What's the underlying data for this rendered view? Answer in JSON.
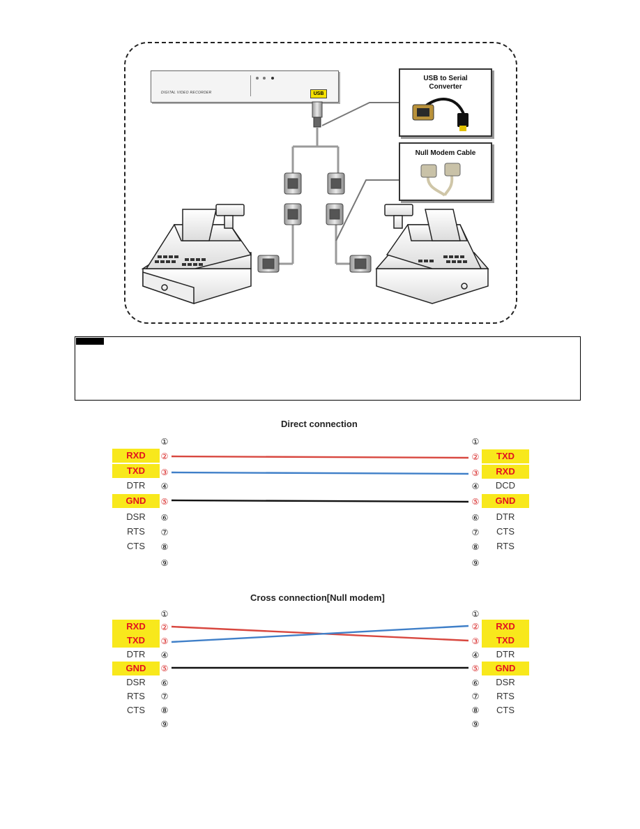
{
  "illustration": {
    "dvr_label": "DIGITAL VIDEO RECORDER",
    "usb_badge": "USB",
    "usb_converter_title_line1": "USB to Serial",
    "usb_converter_title_line2": "Converter",
    "null_modem_title": "Null Modem Cable"
  },
  "direct": {
    "title": "Direct connection",
    "pins": [
      "①",
      "②",
      "③",
      "④",
      "⑤",
      "⑥",
      "⑦",
      "⑧",
      "⑨"
    ],
    "left_signals": [
      "",
      "RXD",
      "TXD",
      "DTR",
      "GND",
      "DSR",
      "RTS",
      "CTS",
      ""
    ],
    "right_signals": [
      "",
      "TXD",
      "RXD",
      "DCD",
      "GND",
      "DTR",
      "CTS",
      "RTS",
      ""
    ]
  },
  "cross": {
    "title": "Cross connection[Null modem]",
    "pins": [
      "①",
      "②",
      "③",
      "④",
      "⑤",
      "⑥",
      "⑦",
      "⑧",
      "⑨"
    ],
    "left_signals": [
      "",
      "RXD",
      "TXD",
      "DTR",
      "GND",
      "DSR",
      "RTS",
      "CTS",
      ""
    ],
    "right_signals": [
      "",
      "RXD",
      "TXD",
      "DTR",
      "GND",
      "DSR",
      "RTS",
      "CTS",
      ""
    ]
  },
  "colors": {
    "highlight": "#f8e81c",
    "signal_red": "#e3111f",
    "wire_red": "#d8473f",
    "wire_blue": "#3f7fc8",
    "wire_black": "#111111"
  }
}
